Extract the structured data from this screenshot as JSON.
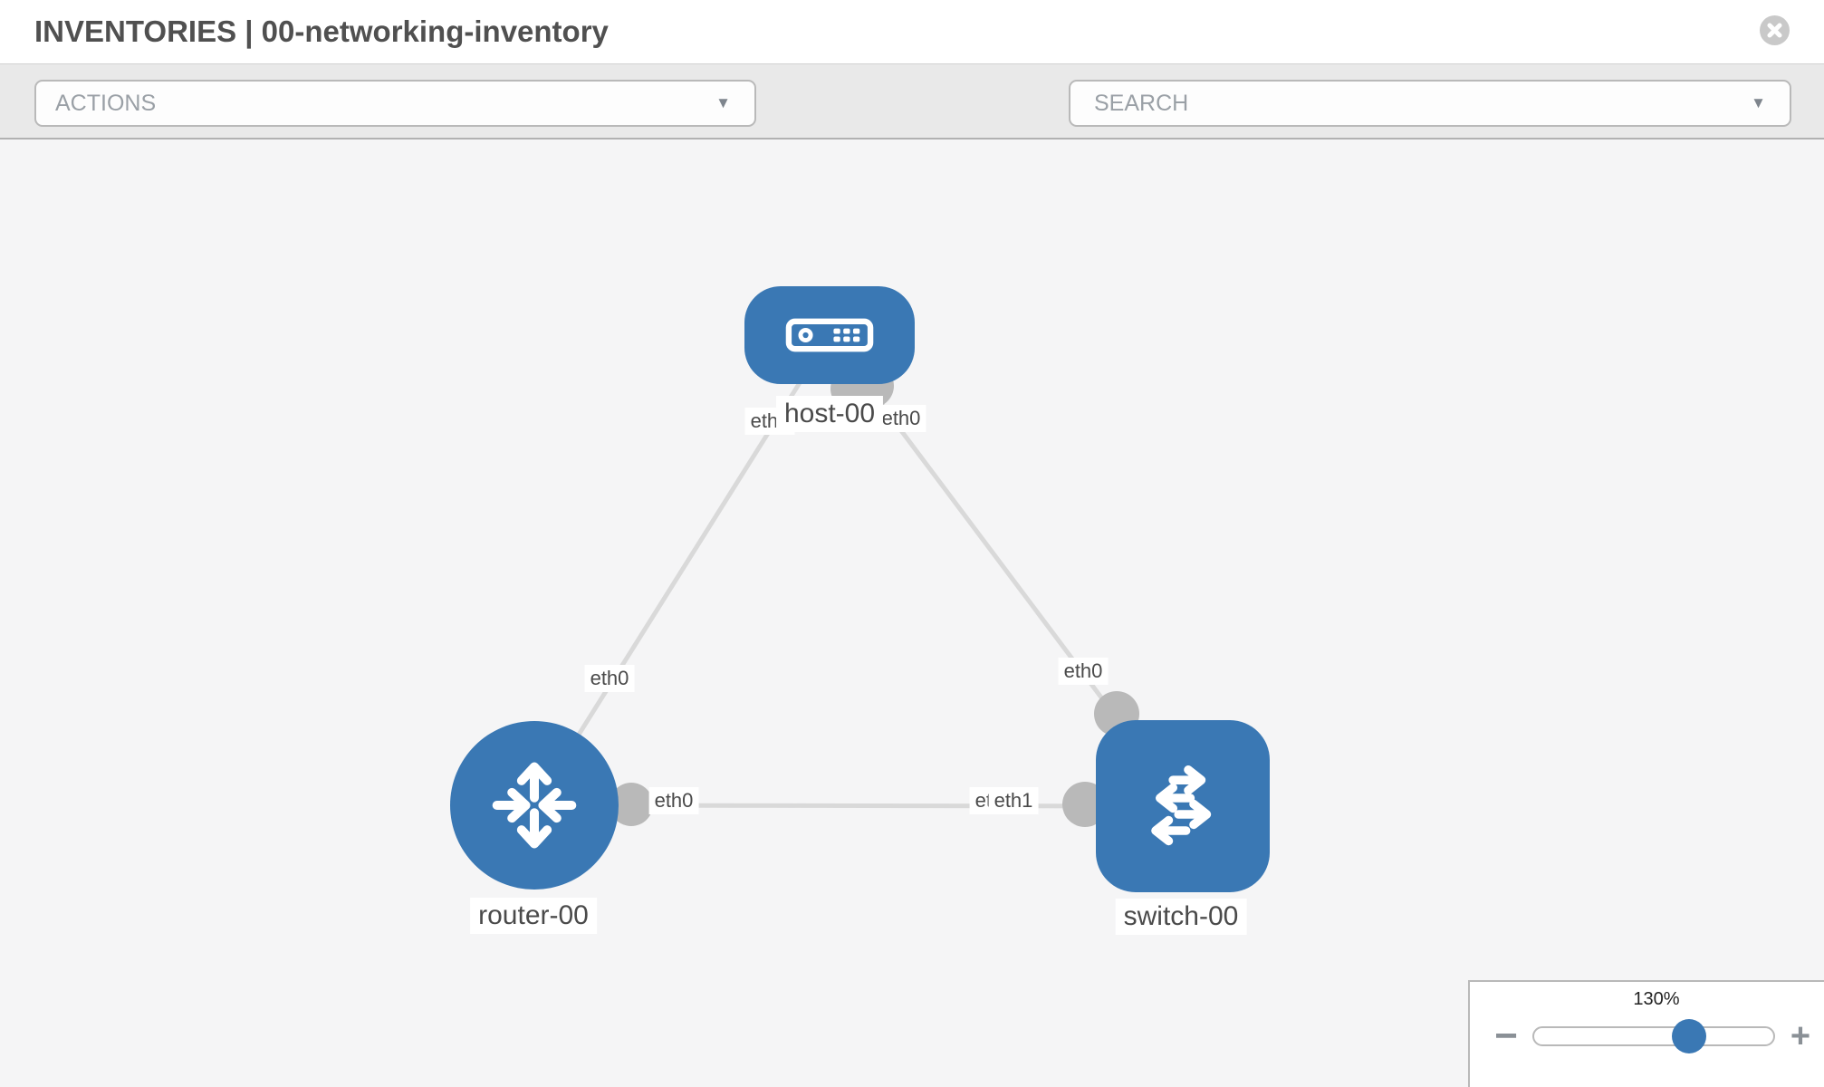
{
  "header": {
    "title": "INVENTORIES | 00-networking-inventory"
  },
  "toolbar": {
    "actions_label": "ACTIONS",
    "search_label": "SEARCH"
  },
  "icons": {
    "close": "✕",
    "dropdown_arrow": "▼",
    "wrench": "wrench-icon",
    "key": "key-icon",
    "minus": "−",
    "plus": "+"
  },
  "topology": {
    "nodes": [
      {
        "label": "host-00",
        "type": "host"
      },
      {
        "label": "router-00",
        "type": "router"
      },
      {
        "label": "switch-00",
        "type": "switch"
      }
    ],
    "links": [
      {
        "from": "host-00",
        "to": "router-00"
      },
      {
        "from": "host-00",
        "to": "switch-00"
      },
      {
        "from": "router-00",
        "to": "switch-00"
      }
    ],
    "interface_labels": [
      "eth0",
      "eth0",
      "eth0",
      "eth0",
      "eth0",
      "eth0",
      "eth1"
    ],
    "colors": {
      "node_blue": "#3a78b4",
      "link_gray": "#d9d9d9",
      "connector_gray": "#b9b9b9"
    }
  },
  "zoom_control": {
    "level": "130%"
  }
}
